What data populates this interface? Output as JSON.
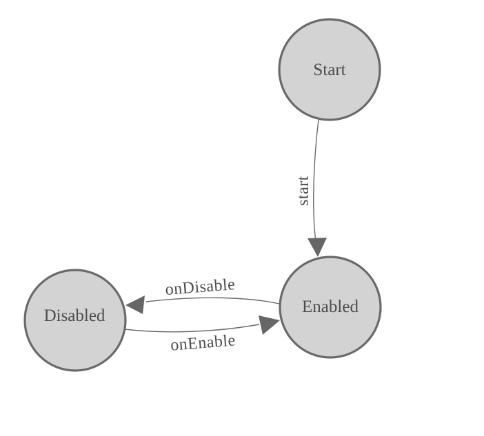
{
  "diagram": {
    "type": "state-machine",
    "states": [
      {
        "id": "start",
        "label": "Start"
      },
      {
        "id": "enabled",
        "label": "Enabled"
      },
      {
        "id": "disabled",
        "label": "Disabled"
      }
    ],
    "transitions": [
      {
        "from": "start",
        "to": "enabled",
        "label": "start"
      },
      {
        "from": "enabled",
        "to": "disabled",
        "label": "onDisable"
      },
      {
        "from": "disabled",
        "to": "enabled",
        "label": "onEnable"
      }
    ],
    "colors": {
      "background": "#ffffff",
      "node_fill": "#d3d3d3",
      "node_stroke": "#6a6a6a",
      "edge_stroke": "#6a6a6a",
      "arrow_fill": "#666666",
      "label_color": "#4d4d4d"
    }
  }
}
